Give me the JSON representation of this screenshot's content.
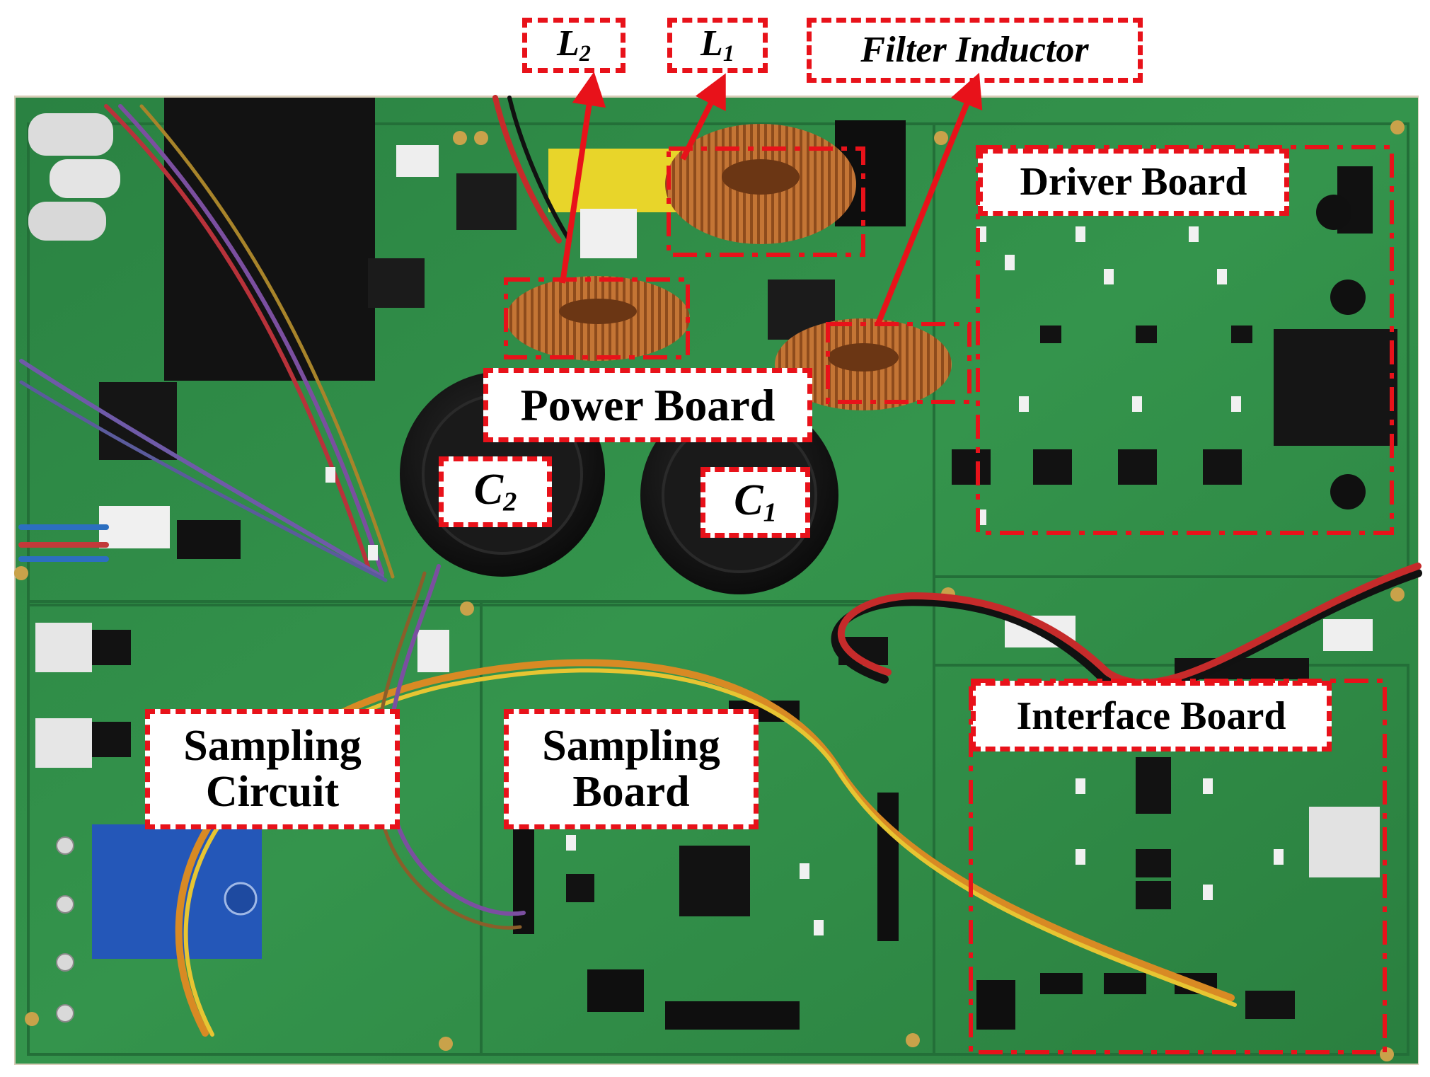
{
  "labels": {
    "l2": {
      "main": "L",
      "sub": "2"
    },
    "l1": {
      "main": "L",
      "sub": "1"
    },
    "filter_inductor": "Filter Inductor",
    "driver_board": "Driver Board",
    "power_board": "Power Board",
    "c2": {
      "main": "C",
      "sub": "2"
    },
    "c1": {
      "main": "C",
      "sub": "1"
    },
    "sampling_circuit": {
      "line1": "Sampling",
      "line2": "Circuit"
    },
    "sampling_board": {
      "line1": "Sampling",
      "line2": "Board"
    },
    "interface_board": "Interface Board"
  },
  "colors": {
    "annotation_red": "#e8121a",
    "pcb_green": "#2f8a45",
    "pcb_dark": "#1f6a34",
    "copper": "#c97a3c"
  }
}
